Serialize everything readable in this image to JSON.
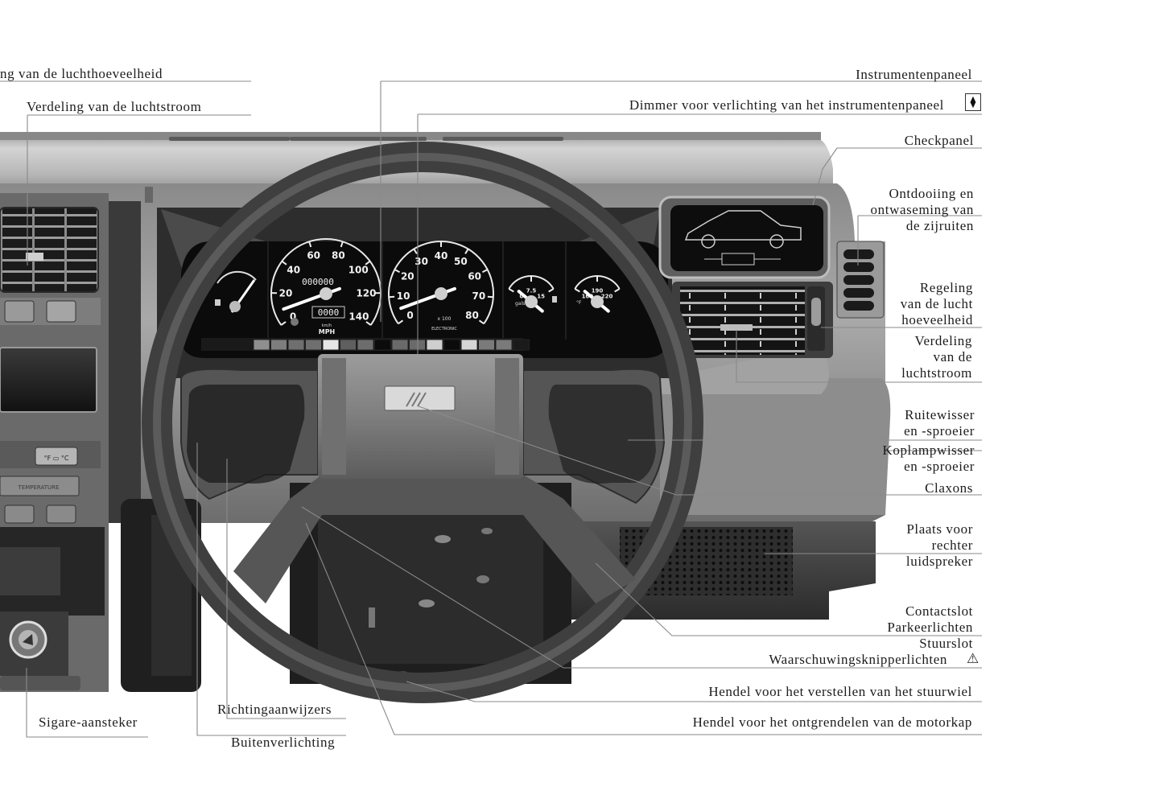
{
  "document": {
    "title": "Dashboard overview (instrument panel & controls)",
    "language": "nl"
  },
  "labels": {
    "left": {
      "air_amount_left": "ng van de luchthoeveelheid",
      "air_flow_distribution_left": "Verdeling van de luchtstroom",
      "cigarette_lighter": "Sigare-aansteker",
      "direction_indicators": "Richtingaanwijzers",
      "exterior_lighting": "Buitenverlichting"
    },
    "right": {
      "instrument_panel": "Instrumentenpaneel",
      "dimmer": "Dimmer voor verlichting van het instrumentenpaneel",
      "check_panel": "Checkpanel",
      "defrost_side": [
        "Ontdooiing en",
        "ontwaseming van",
        "de zijruiten"
      ],
      "air_amount_right": [
        "Regeling",
        "van de lucht",
        "hoeveelheid"
      ],
      "air_flow_distribution_right": [
        "Verdeling",
        "van de",
        "luchtstroom"
      ],
      "wiper_washer": [
        "Ruitewisser",
        "en -sproeier"
      ],
      "headlamp_wiper": [
        "Koplampwisser",
        "en -sproeier"
      ],
      "horns": "Claxons",
      "speaker_location": [
        "Plaats voor",
        "rechter",
        "luidspreker"
      ],
      "ignition": [
        "Contactslot",
        "Parkeerlichten",
        "Stuurslot"
      ],
      "hazard_lights": "Waarschuwingsknipperlichten",
      "steering_adjust": "Hendel voor het verstellen van het stuurwiel",
      "bonnet_release": "Hendel voor het ontgrendelen van de motorkap"
    }
  },
  "icons": {
    "dimmer_symbol": "dimmer-icon",
    "dimmer_glyph": "⧫",
    "hazard_symbol": "hazard-triangle-icon",
    "hazard_glyph": "⚠"
  },
  "gauges": {
    "speedometer": {
      "ticks": [
        "0",
        "20",
        "40",
        "60",
        "80",
        "100",
        "120",
        "140"
      ],
      "unit_small": "km/h",
      "unit": "MPH",
      "odometer": "000000",
      "trip": "0000"
    },
    "tachometer": {
      "ticks": [
        "0",
        "10",
        "20",
        "30",
        "40",
        "50",
        "60",
        "70",
        "80"
      ],
      "multiplier": "x 100",
      "caption": "ELECTRONIC"
    },
    "fuel_gauge": {
      "ticks": [
        "0",
        "7.5",
        "15"
      ],
      "unit": "gals"
    },
    "temp_gauge": {
      "ticks": [
        "160",
        "190",
        "220"
      ],
      "unit": "°F"
    }
  },
  "console": {
    "temperature_label": "TEMPERATURE",
    "temp_switch_f": "°F",
    "temp_switch_c": "°C"
  },
  "colors": {
    "paper": "#ffffff",
    "ink": "#1c1c1c",
    "leader": "#8a8a8a",
    "dash_light": "#b9b9b9",
    "dash_dark": "#2a2a2a",
    "gauge_face": "#0c0c0c"
  }
}
